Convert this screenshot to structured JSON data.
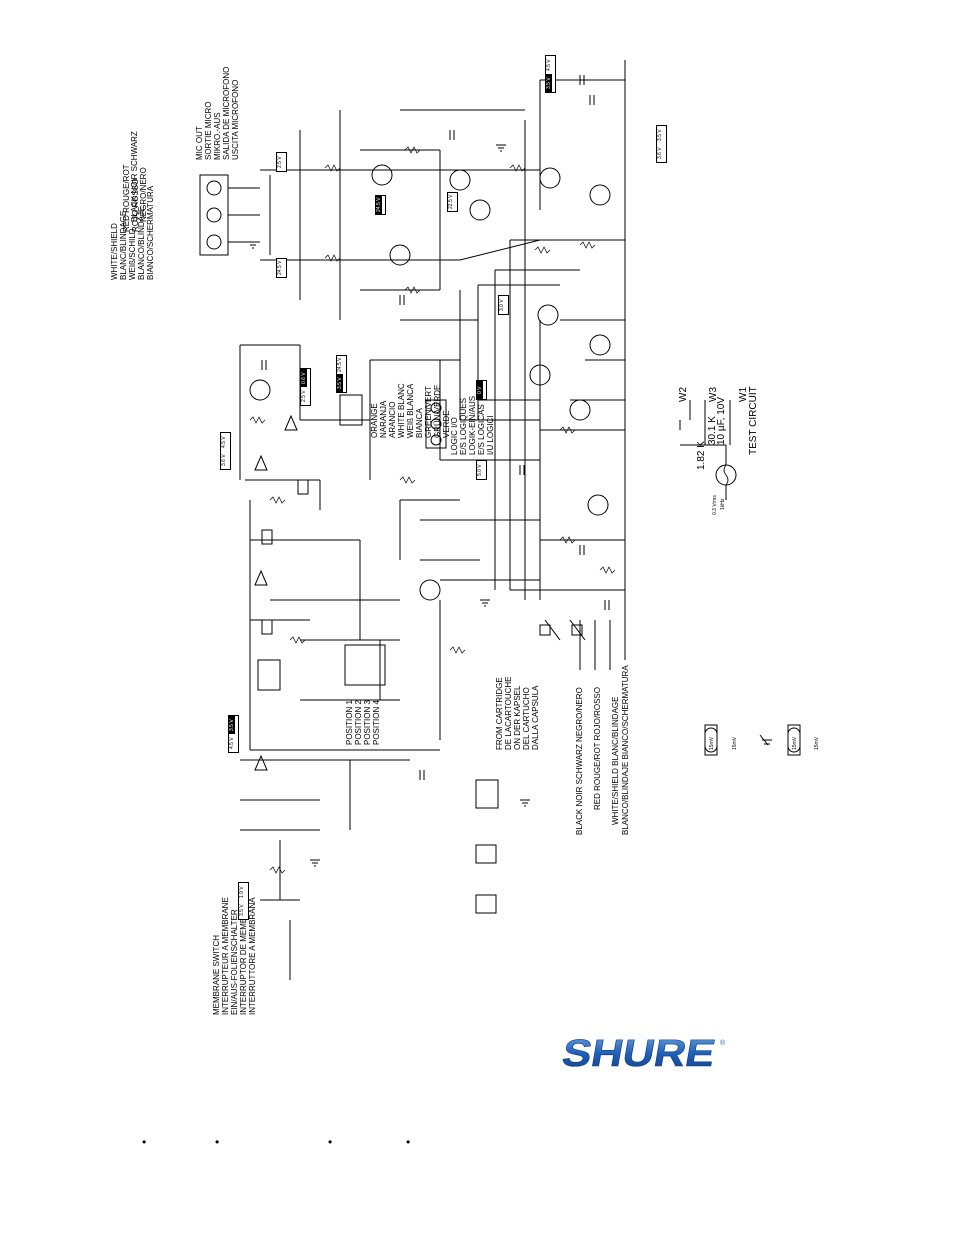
{
  "labels": {
    "mic_out": [
      "MIC OUT",
      "SORTIE MICRO",
      "MIKRO.-AUS",
      "SALIDA DE MICROFONO",
      "USCITA MICROFONO"
    ],
    "white_shield_left": [
      "WHITE/SHIELD",
      "BLANC/BLINDAGE",
      "WEIß/SCHILD",
      "BLANCO/BLINDAJE",
      "BIANCO/SCHERMATURA"
    ],
    "red_left": [
      "RED ROUGE/ROT",
      "ROJO ROSSO"
    ],
    "black_left": [
      "BLACK NOIR SCHWARZ",
      "NEGRO/NERO"
    ],
    "membrane_switch": [
      "MEMBRANE SWITCH",
      "INTERRUPTEUR A MEMBRANE",
      "EIN/AUS-FOLIENSCHALTER",
      "INTERRUPTOR DE MEMBRANA",
      "INTERRUTTORE A MEMBRANA"
    ],
    "from_cartridge": [
      "FROM CARTRIDGE",
      "DE LACARTOUCHE",
      "ON DER KAPSEL",
      "DEL CARTUCHO",
      "DALLA CAPSULA"
    ],
    "black_right": "BLACK NOIR  SCHWARZ NEGRO/NERO",
    "red_right": "RED ROUGE/ROT ROJO/ROSSO",
    "white_shield_right": "WHITE/SHIELD   BLANC/BLINDAGE",
    "white_shield_right2": "BLANCO/BLINDAJE   BIANCO/SCHERMATURA",
    "positions": [
      "POSITION  1",
      "POSITION  2",
      "POSITION  3",
      "POSITION  4"
    ],
    "logic_colors": [
      "ORANGE",
      "NARANJA",
      "ARANCIO",
      "WHITE BLANC",
      "WEIß BLANCA",
      "BIANCA",
      "GREEN/VERT",
      "GRÜN/VERDE",
      "VERDE"
    ],
    "logic_io": [
      "LOGIC I/O",
      "E/S LOGIQUES",
      "LOGIK-EIN/AUS",
      "E/S LOGICAS",
      "I/U  LOGICI"
    ],
    "test_circuit": "TEST  CIRCUIT",
    "test_values": [
      "1.82 K",
      "30.1 K",
      "10 µF, 10V",
      "0.3 Vrms",
      "1kHz"
    ],
    "test_nodes": [
      "W2",
      "W3",
      "W1"
    ],
    "scope_labels": [
      "15mV",
      "15mV",
      "15mV",
      "15mV"
    ],
    "logo": "SHURE",
    "voltage_boxes": [
      [
        "4.5 V",
        "3.5 V"
      ],
      [
        "3.5 V",
        "3.6 V"
      ],
      [
        "2.5 V",
        "2.1 V"
      ],
      [
        "24.5 V",
        "2.0 V"
      ],
      [
        "0.6 V",
        "2.5 V"
      ],
      [
        "24.5 V",
        "3.5 V"
      ],
      [
        "0 V",
        "5.0 V"
      ],
      [
        "4.5 V",
        "3.6 V"
      ],
      [
        "1.9 V",
        "3.5 V"
      ],
      [
        "22.5 V",
        "2.7 V"
      ],
      [
        "24.5 V",
        "21 V"
      ],
      [
        "3.0 V"
      ]
    ],
    "bullets": [
      "•",
      "•",
      "•",
      "•"
    ]
  }
}
